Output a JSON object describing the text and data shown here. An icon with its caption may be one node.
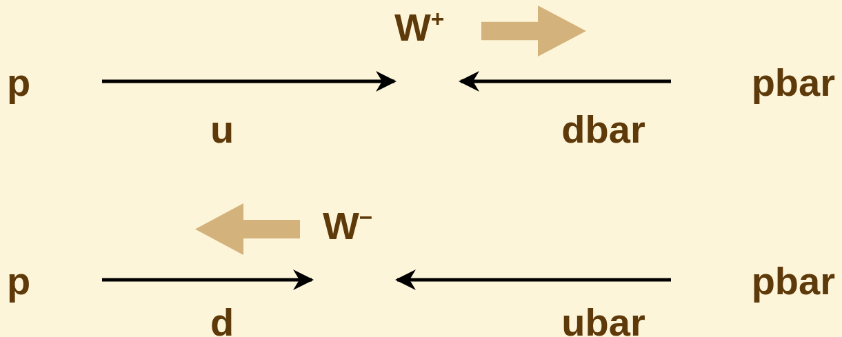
{
  "diagram": {
    "nodes": [
      {
        "text": [
          "p"
        ]
      },
      {
        "text": [
          "W$^{+}$"
        ]
      },
      {
        "text": [
          "pbar"
        ]
      },
      {
        "text": [
          "p"
        ]
      },
      {
        "text": [
          "W$^{−}$"
        ]
      },
      {
        "text": [
          "pbar"
        ]
      }
    ],
    "edges": [
      {
        "from": null,
        "to": 1,
        "arrow": "to",
        "label": "u"
      },
      {
        "from": null,
        "to": 1,
        "arrow": "to",
        "label": "dbar"
      },
      {
        "from": null,
        "to": 4,
        "arrow": "to",
        "label": "d"
      },
      {
        "from": null,
        "to": 4,
        "arrow": "to",
        "label": "ubar"
      }
    ]
  }
}
